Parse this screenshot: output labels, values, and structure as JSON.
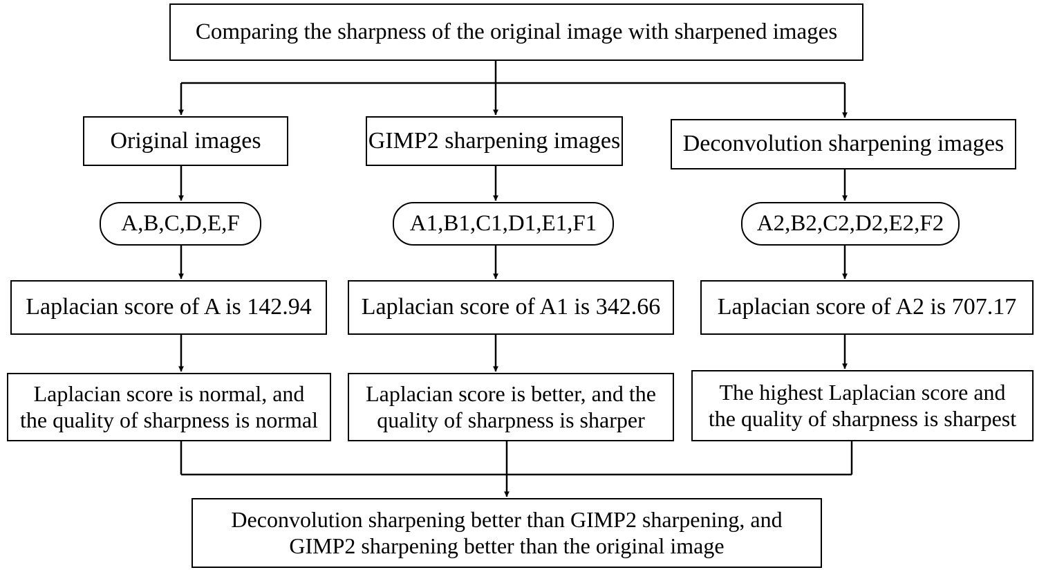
{
  "diagram": {
    "title": "Comparing the sharpness of the original image with sharpened images",
    "columns": [
      {
        "id": "original",
        "category": "Original images",
        "image_set": "A,B,C,D,E,F",
        "score": "Laplacian score of A is 142.94",
        "quality": "Laplacian score is normal, and\nthe quality of sharpness is normal"
      },
      {
        "id": "gimp2",
        "category": "GIMP2 sharpening images",
        "image_set": "A1,B1,C1,D1,E1,F1",
        "score": "Laplacian score of A1 is 342.66",
        "quality": "Laplacian score is better, and the\nquality of sharpness is sharper"
      },
      {
        "id": "deconvolution",
        "category": "Deconvolution sharpening images",
        "image_set": "A2,B2,C2,D2,E2,F2",
        "score": "Laplacian score of A2 is 707.17",
        "quality": "The highest Laplacian score and\nthe quality of sharpness is sharpest"
      }
    ],
    "conclusion": "Deconvolution sharpening better than GIMP2 sharpening, and\nGIMP2 sharpening better than the original image",
    "colors": {
      "line": "#000000",
      "box_border": "#000000",
      "background": "#ffffff",
      "text": "#000000"
    }
  }
}
